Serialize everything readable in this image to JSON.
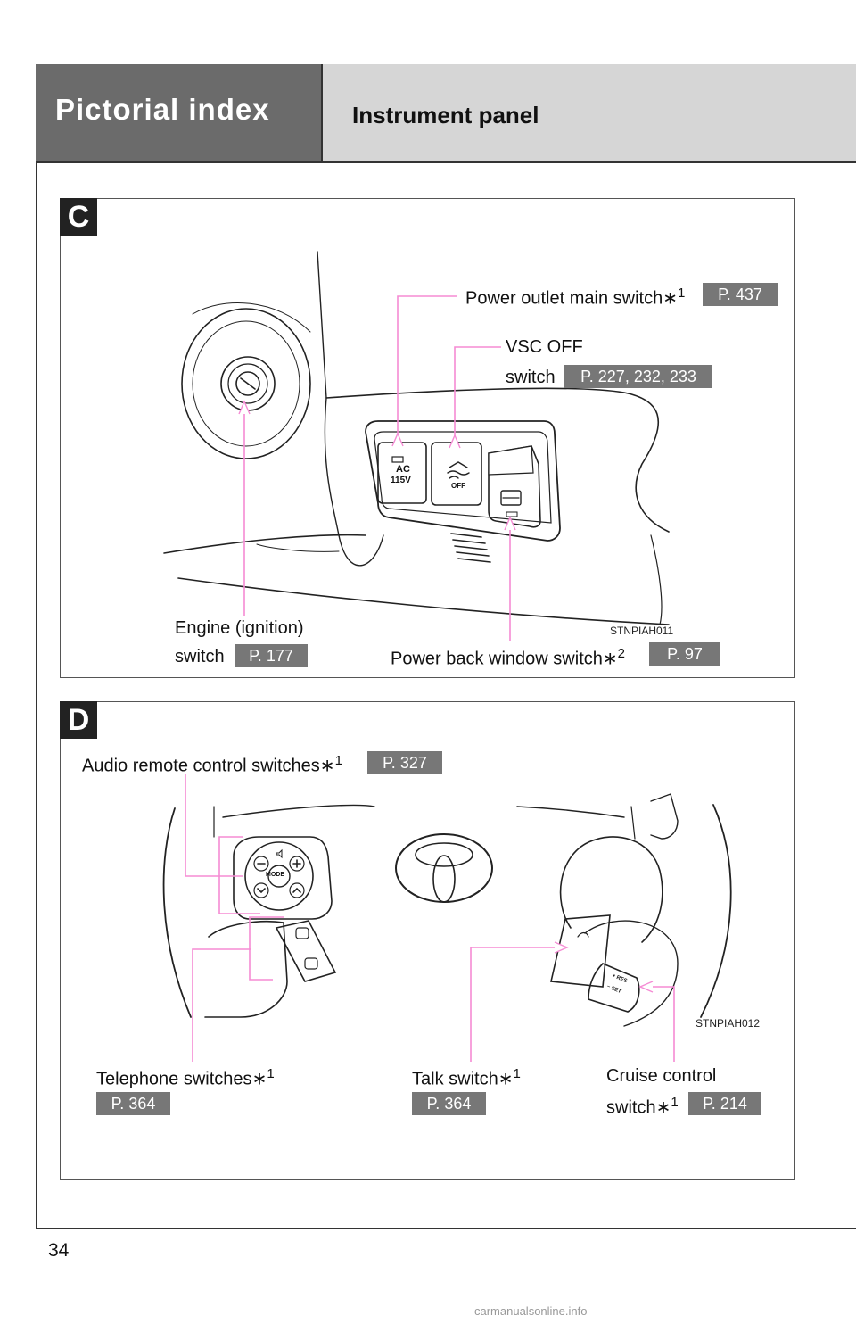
{
  "header": {
    "section_title": "Pictorial index",
    "subsection_title": "Instrument panel"
  },
  "panel_c": {
    "badge": "C",
    "figure_code": "STNPIAH011",
    "power_outlet": {
      "label": "Power outlet main switch",
      "mark": "∗",
      "note": "1",
      "page": "P. 437"
    },
    "vsc_off": {
      "label_line1": "VSC OFF",
      "label_line2": "switch",
      "page": "P. 227, 232, 233"
    },
    "engine": {
      "label_line1": "Engine (ignition)",
      "label_line2": "switch",
      "page": "P. 177"
    },
    "power_back_window": {
      "label": "Power back window switch",
      "mark": "∗",
      "note": "2",
      "page": "P. 97"
    },
    "switch_texts": {
      "ac": "AC",
      "volt": "115V",
      "off": "OFF"
    }
  },
  "panel_d": {
    "badge": "D",
    "figure_code": "STNPIAH012",
    "audio": {
      "label": "Audio remote control switches",
      "mark": "∗",
      "note": "1",
      "page": "P. 327"
    },
    "telephone": {
      "label": "Telephone switches",
      "mark": "∗",
      "note": "1",
      "page": "P. 364"
    },
    "talk": {
      "label": "Talk switch",
      "mark": "∗",
      "note": "1",
      "page": "P. 364"
    },
    "cruise": {
      "label_line1": "Cruise control",
      "label_line2": "switch",
      "mark": "∗",
      "note": "1",
      "page": "P. 214"
    },
    "wheel_texts": {
      "mode": "MODE",
      "res": "+ RES",
      "set": "− SET"
    }
  },
  "footer": {
    "page_number": "34",
    "watermark": "carmanualsonline.info"
  }
}
